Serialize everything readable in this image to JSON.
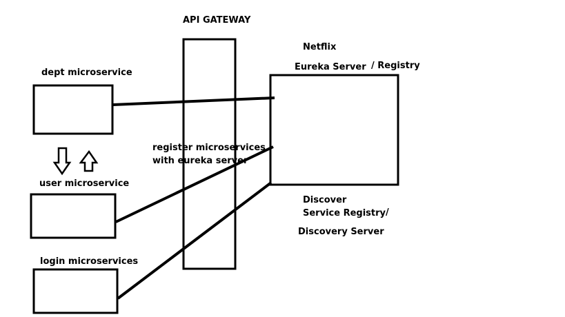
{
  "labels": {
    "api_gateway": "API GATEWAY",
    "netflix": "Netflix",
    "eureka_server": "Eureka Server",
    "registry": "/ Registry",
    "dept": "dept microservice",
    "user": "user microservice",
    "login": "login microservices",
    "register_line1": "register microservices",
    "register_line2": "with eureka server",
    "discover": "Discover",
    "service_registry": "Service Registry",
    "slash": "/",
    "discovery_server": "Discovery Server"
  },
  "colors": {
    "stroke": "#000000",
    "background": "#ffffff"
  },
  "icons": {
    "down_arrow": "down-arrow-icon",
    "up_arrow": "up-arrow-icon"
  }
}
